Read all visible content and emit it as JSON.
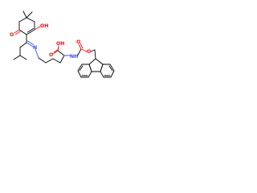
{
  "structure": {
    "atom_labels": {
      "ketone_o": "O",
      "enol_oh": "OH",
      "imine_n": "N",
      "acid_o": "O",
      "acid_oh": "OH",
      "carbamate_nh": "NH",
      "carbamate_o_ether": "O",
      "carbamate_o_carbonyl": "O"
    },
    "element_colors": {
      "carbon": "#000000",
      "oxygen": "#ff0d0d",
      "nitrogen": "#3050f8"
    }
  }
}
